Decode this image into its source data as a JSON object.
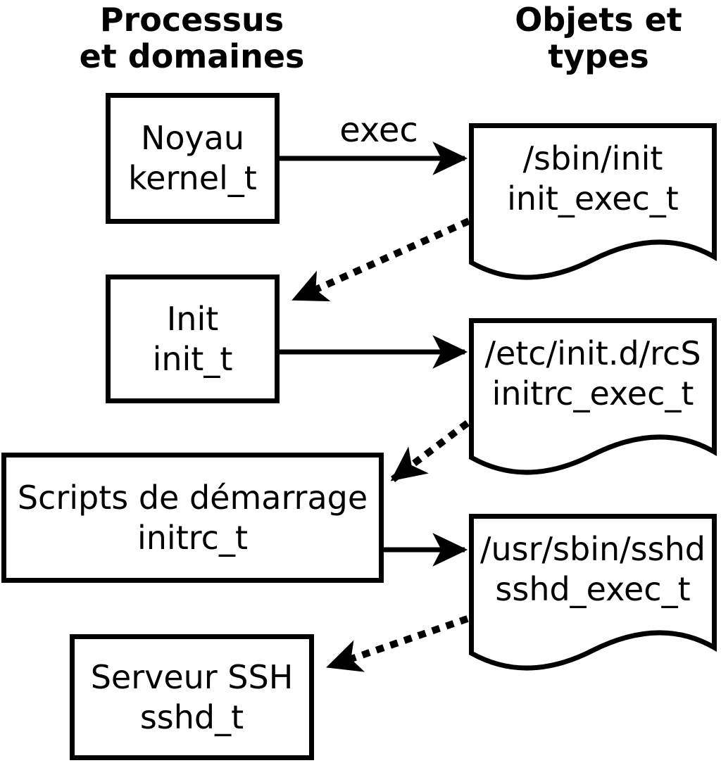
{
  "titles": {
    "left": "Processus\net domaines",
    "right": "Objets et\ntypes"
  },
  "process_boxes": [
    {
      "id": "kernel",
      "label": "Noyau",
      "type": "kernel_t"
    },
    {
      "id": "init",
      "label": "Init",
      "type": "init_t"
    },
    {
      "id": "initrc",
      "label": "Scripts de démarrage",
      "type": "initrc_t"
    },
    {
      "id": "sshd",
      "label": "Serveur SSH",
      "type": "sshd_t"
    }
  ],
  "documents": [
    {
      "id": "init_exec",
      "path": "/sbin/init",
      "type": "init_exec_t"
    },
    {
      "id": "initrc_exec",
      "path": "/etc/init.d/rcS",
      "type": "initrc_exec_t"
    },
    {
      "id": "sshd_exec",
      "path": "/usr/sbin/sshd",
      "type": "sshd_exec_t"
    }
  ],
  "arrows": {
    "exec_label": "exec"
  },
  "connections": [
    {
      "from": "kernel_t",
      "to": "init_exec_t",
      "style": "solid",
      "label": "exec"
    },
    {
      "from": "init_exec_t",
      "to": "init_t",
      "style": "dotted",
      "label": ""
    },
    {
      "from": "init_t",
      "to": "initrc_exec_t",
      "style": "solid",
      "label": ""
    },
    {
      "from": "initrc_exec_t",
      "to": "initrc_t",
      "style": "dotted",
      "label": ""
    },
    {
      "from": "initrc_t",
      "to": "sshd_exec_t",
      "style": "solid",
      "label": ""
    },
    {
      "from": "sshd_exec_t",
      "to": "sshd_t",
      "style": "dotted",
      "label": ""
    }
  ],
  "colors": {
    "ink": "#000000",
    "background": "#ffffff"
  }
}
